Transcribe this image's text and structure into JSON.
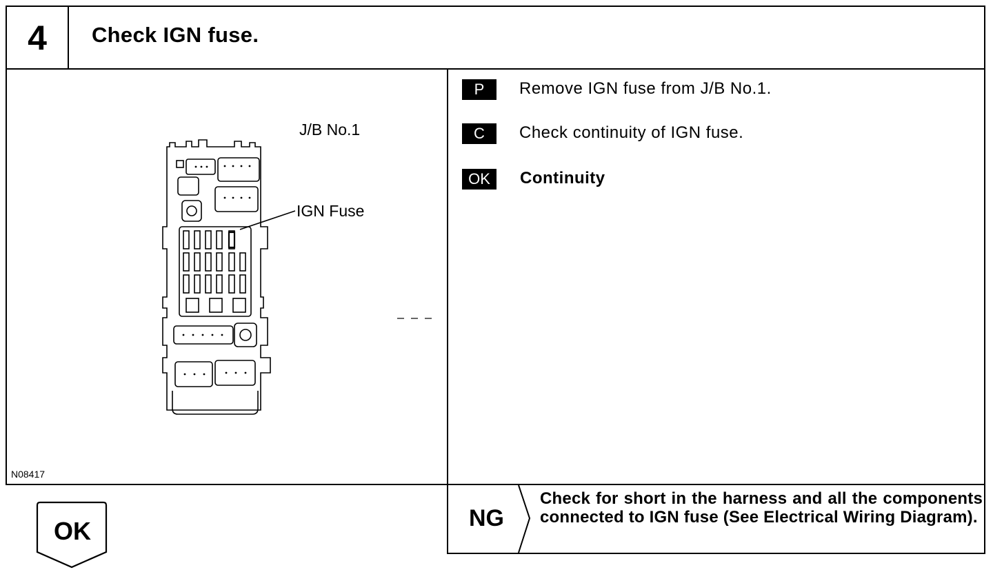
{
  "step": {
    "number": "4",
    "title": "Check IGN fuse."
  },
  "figure": {
    "jb_label": "J/B No.1",
    "fuse_label": "IGN Fuse",
    "figure_id": "N08417"
  },
  "instructions": [
    {
      "badge": "P",
      "text": "Remove IGN fuse from J/B No.1."
    },
    {
      "badge": "C",
      "text": "Check continuity of IGN fuse."
    },
    {
      "badge": "OK",
      "text": "Continuity"
    }
  ],
  "result_ok": {
    "label": "OK"
  },
  "result_ng": {
    "label": "NG",
    "text": "Check for short in the harness and all the components connected to IGN fuse (See Electrical Wiring Diagram)."
  }
}
